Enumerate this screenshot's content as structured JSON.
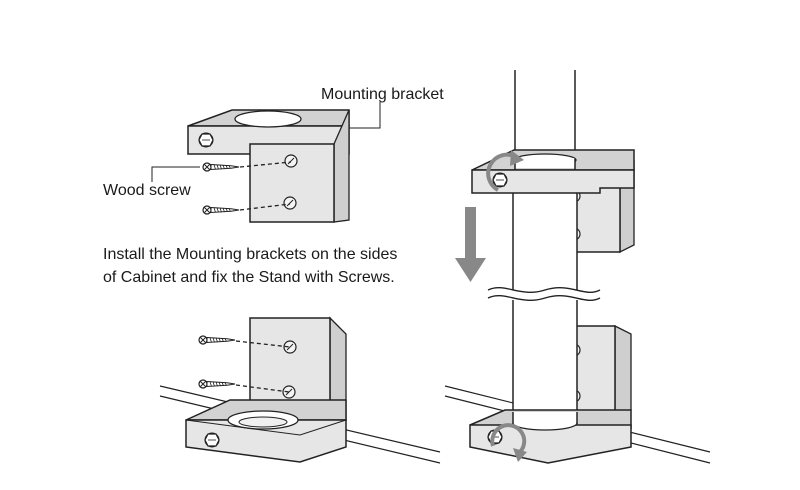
{
  "labels": {
    "mounting_bracket": "Mounting bracket",
    "wood_screw": "Wood screw",
    "instruction_line1": "Install the Mounting brackets on the sides",
    "instruction_line2": "of Cabinet and fix the Stand with Screws."
  },
  "colors": {
    "outline": "#222222",
    "bracket_fill": "#e6e6e6",
    "bracket_top_fill": "#d2d2d2",
    "arrow_fill": "#888888",
    "background": "#ffffff"
  },
  "icons": [
    "down-arrow-icon",
    "rotate-arrow-icon",
    "hex-bolt-icon",
    "wood-screw-icon"
  ]
}
